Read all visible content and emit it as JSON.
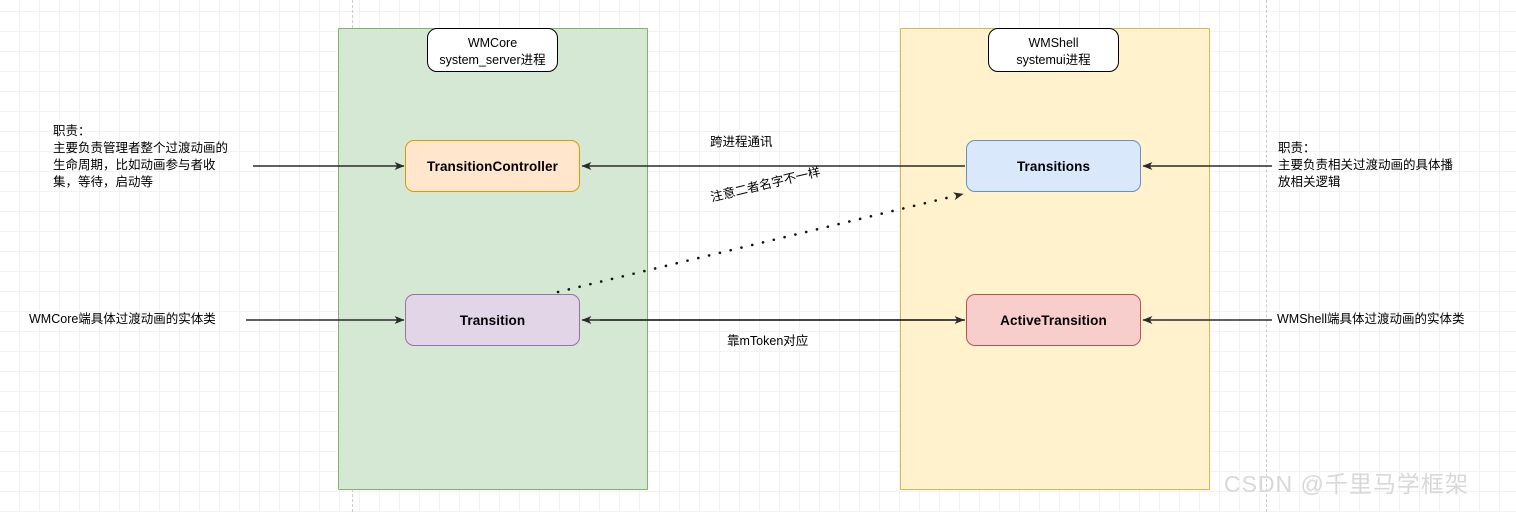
{
  "diagram": {
    "type": "architecture-swimlane",
    "background": {
      "grid": "20px minor / 100px major",
      "grid_color": "#e2e2e2"
    },
    "lanes": [
      {
        "id": "wmcore",
        "title_line1": "WMCore",
        "title_line2": "system_server进程",
        "fill": "#d5e8d4",
        "stroke": "#82b366"
      },
      {
        "id": "wmshell",
        "title_line1": "WMShell",
        "title_line2": "systemui进程",
        "fill": "#fff2cc",
        "stroke": "#d6b656"
      }
    ],
    "nodes": [
      {
        "id": "transition-controller",
        "label": "TransitionController",
        "fill": "#ffe6cc",
        "stroke": "#d79b00"
      },
      {
        "id": "transitions",
        "label": "Transitions",
        "fill": "#dae8fc",
        "stroke": "#6c8ebf"
      },
      {
        "id": "transition",
        "label": "Transition",
        "fill": "#e1d5e7",
        "stroke": "#9673a6"
      },
      {
        "id": "active-transition",
        "label": "ActiveTransition",
        "fill": "#f8cecc",
        "stroke": "#b85450"
      }
    ],
    "annotations": {
      "left_top": "职责：\n主要负责管理者整个过渡动画的\n生命周期，比如动画参与者收\n集，等待，启动等",
      "right_top": "职责：\n主要负责相关过渡动画的具体播\n放相关逻辑",
      "left_bottom": "WMCore端具体过渡动画的实体类",
      "right_bottom": "WMShell端具体过渡动画的实体类"
    },
    "edge_labels": {
      "ipc": "跨进程通讯",
      "mtoken": "靠mToken对应",
      "diagonal_note": "注意二者名字不一样"
    },
    "watermark": "CSDN @千里马学框架"
  }
}
